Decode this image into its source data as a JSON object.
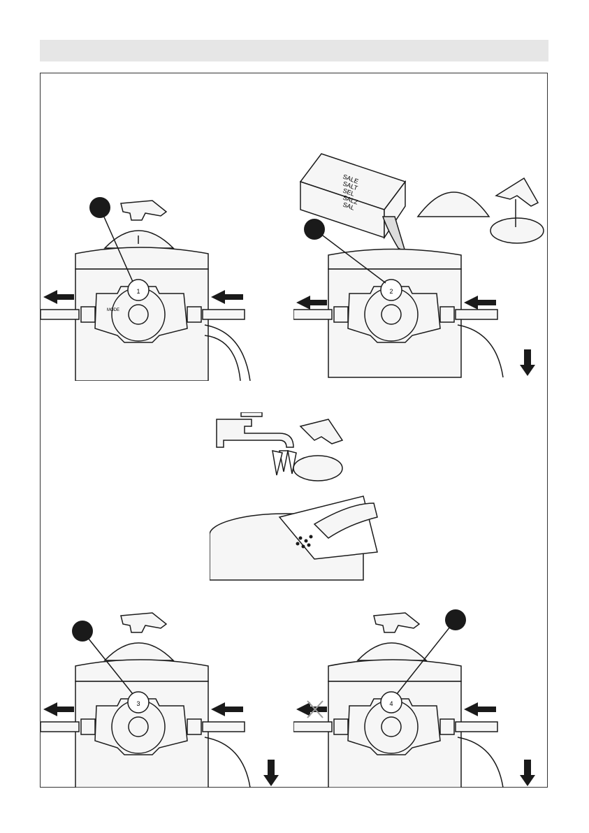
{
  "header": {
    "title": ""
  },
  "panels": [
    {
      "id": "step1",
      "dial_number": "1",
      "left_label": "",
      "right_label": ""
    },
    {
      "id": "step2",
      "dial_number": "2",
      "box_text": [
        "SALE",
        "SALT",
        "SEL",
        "SALZ",
        "SAL"
      ]
    },
    {
      "id": "step3",
      "description": ""
    },
    {
      "id": "step4",
      "dial_number": "3"
    },
    {
      "id": "step5",
      "dial_number": "4"
    }
  ],
  "dial_labels": {
    "mode": "MODE"
  },
  "colors": {
    "ink": "#1a1a1a",
    "header": "#e6e6e6",
    "fill": "#f4f4f4"
  }
}
